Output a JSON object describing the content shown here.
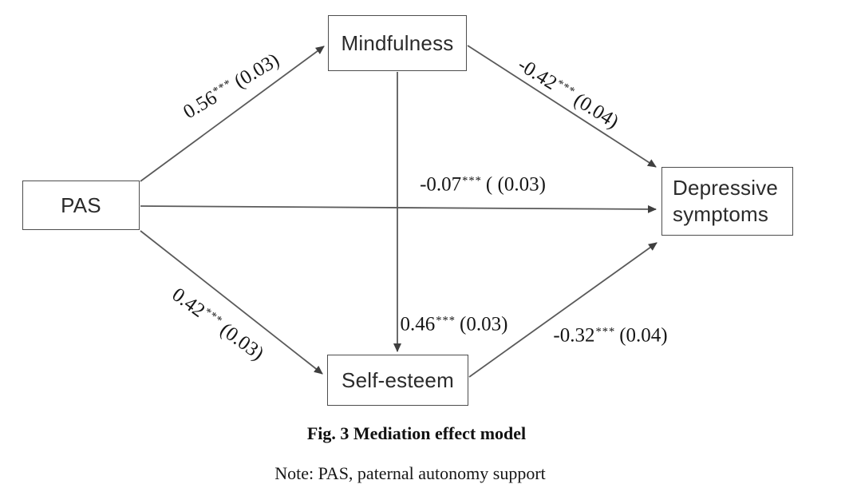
{
  "figure": {
    "nodes": {
      "pas": {
        "label": "PAS"
      },
      "mindfulness": {
        "label": "Mindfulness"
      },
      "self_esteem": {
        "label": "Self-esteem"
      },
      "depressive_symptoms": {
        "label": "Depressive symptoms"
      }
    },
    "edges": {
      "pas_to_mindfulness": {
        "value": "0.56",
        "stars": "***",
        "se": "(0.03)"
      },
      "mindfulness_to_depressive": {
        "value": "-0.42",
        "stars": "***",
        "se": "(0.04)"
      },
      "pas_to_depressive": {
        "value": "-0.07",
        "stars": "***",
        "se": "( (0.03)"
      },
      "pas_to_self_esteem": {
        "value": "0.42",
        "stars": "***",
        "se": "(0.03)"
      },
      "mindfulness_to_self_esteem": {
        "value": "0.46",
        "stars": "***",
        "se": "(0.03)"
      },
      "self_esteem_to_depressive": {
        "value": "-0.32",
        "stars": "***",
        "se": "(0.04)"
      }
    },
    "caption": "Fig. 3 Mediation effect model",
    "note": "Note: PAS, paternal autonomy support"
  },
  "colors": {
    "background": "#ffffff",
    "line": "#5a5a5a",
    "arrowhead": "#3f3f3f",
    "box_border": "#4d4d4d",
    "text": "#161616"
  }
}
